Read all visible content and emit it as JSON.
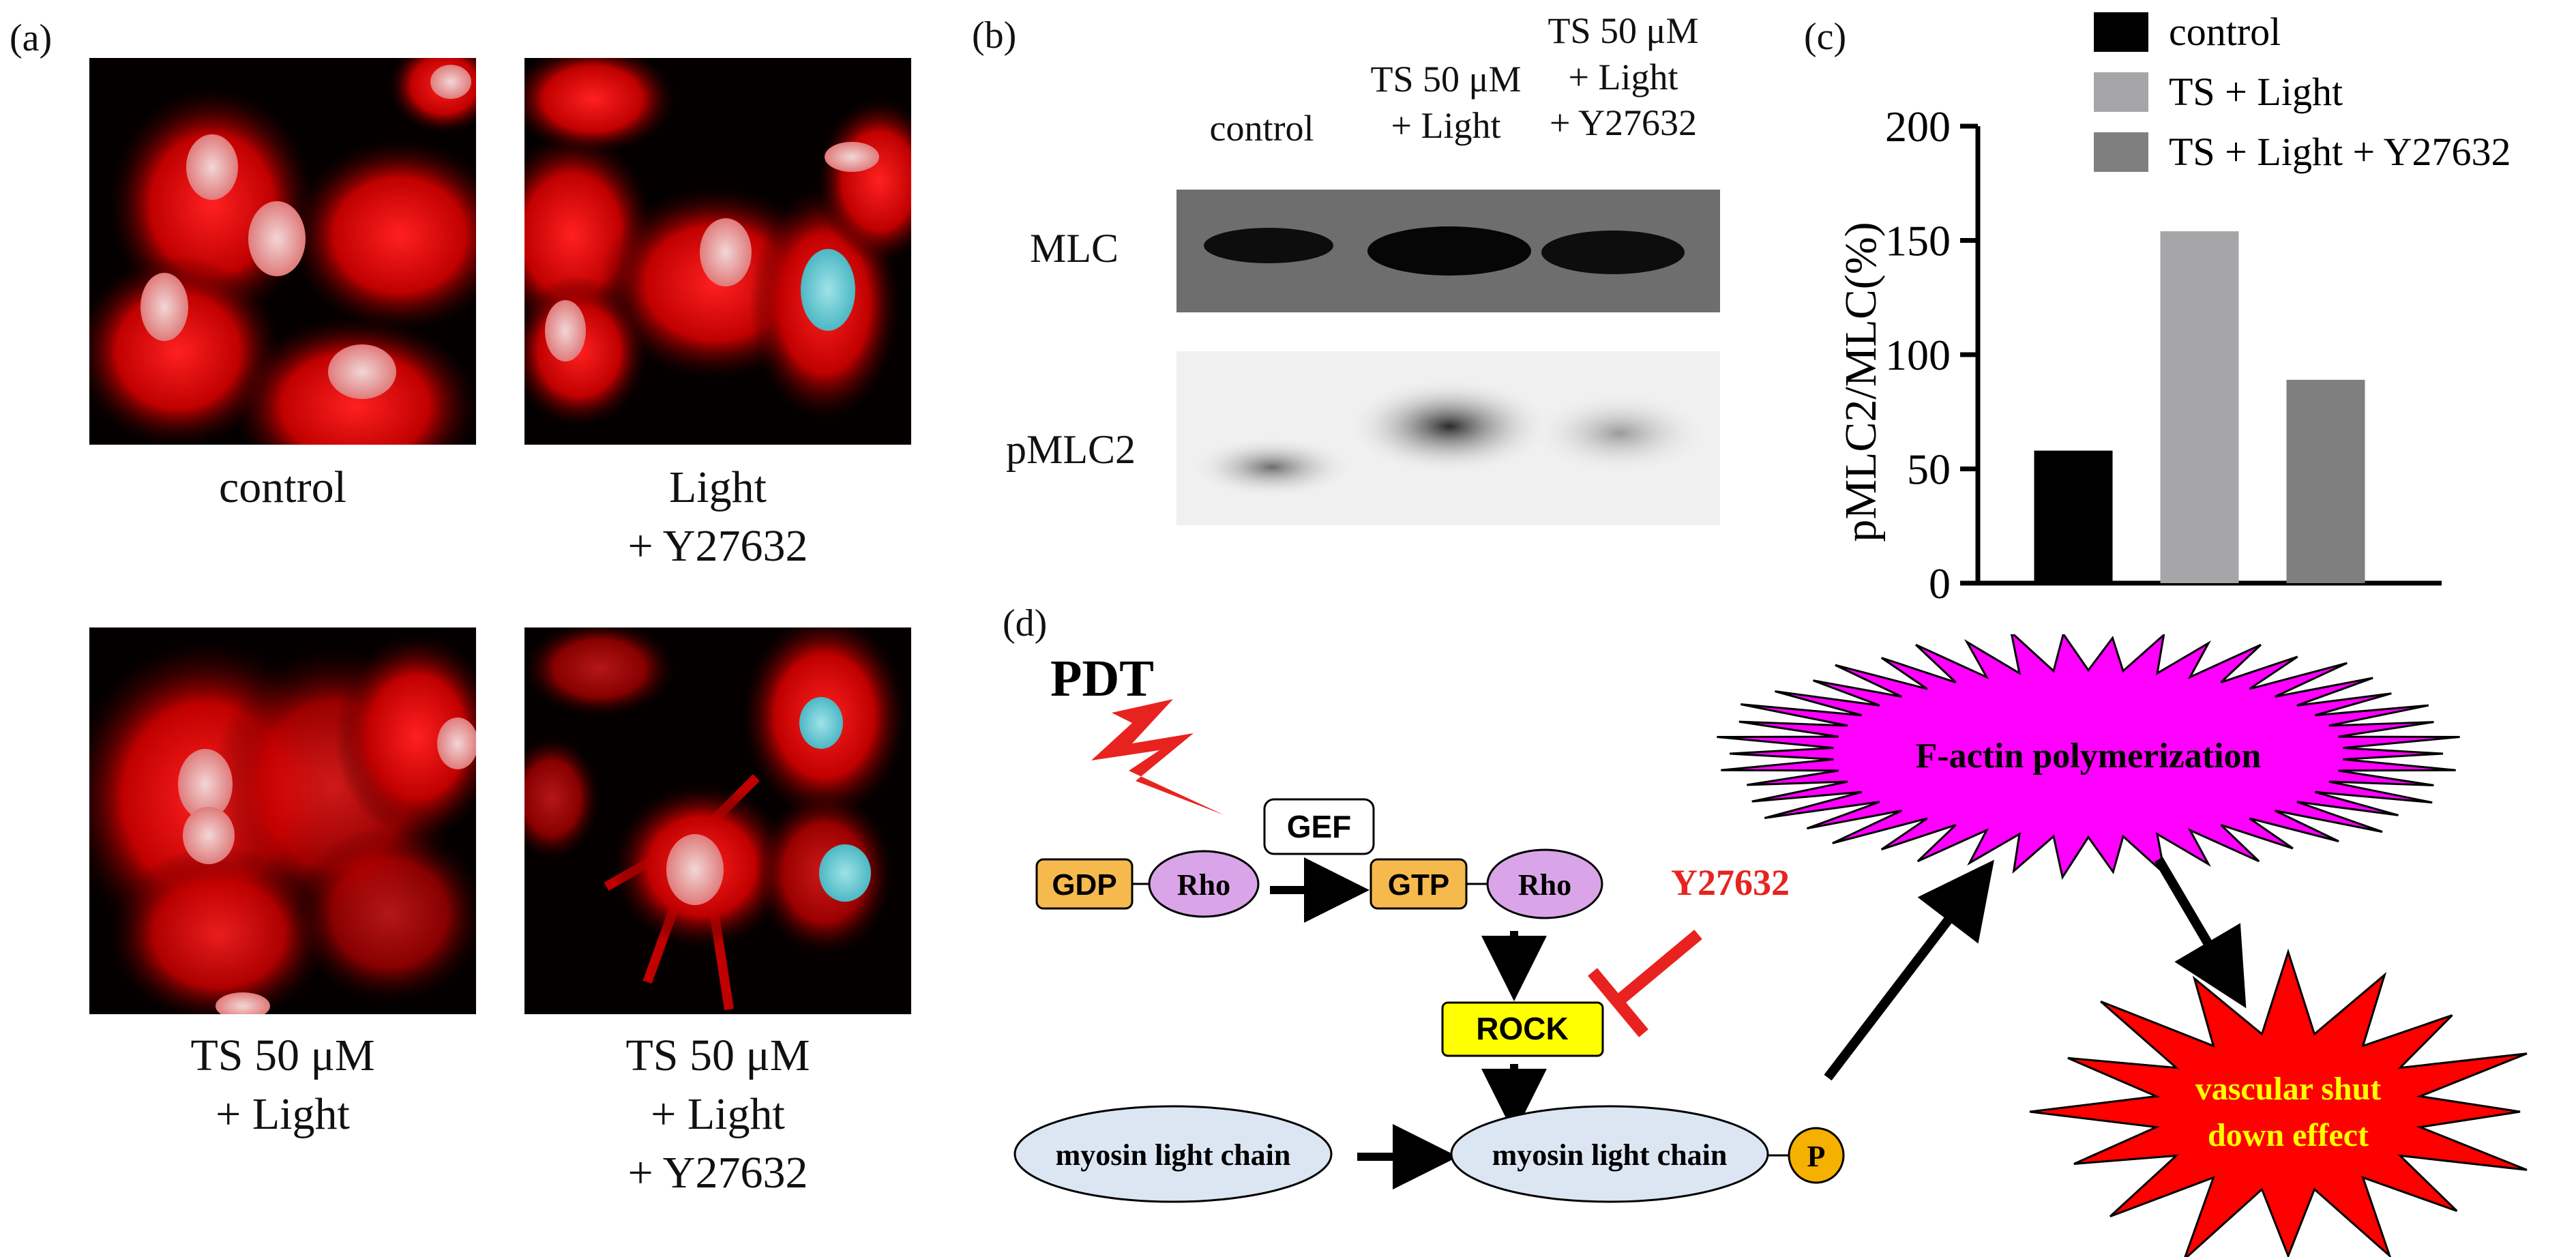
{
  "panel_a": {
    "label": "(a)",
    "images": [
      {
        "caption": "control"
      },
      {
        "caption": "Light\n+ Y27632"
      },
      {
        "caption": "TS 50 μM\n+ Light"
      },
      {
        "caption": "TS 50 μM\n+ Light\n+ Y27632"
      }
    ]
  },
  "panel_b": {
    "label": "(b)",
    "lanes": [
      "control",
      "TS 50 μM\n+ Light",
      "TS 50 μM\n+ Light\n+ Y27632"
    ],
    "rows": [
      "MLC",
      "pMLC2"
    ]
  },
  "panel_c": {
    "label": "(c)",
    "chart_data": {
      "type": "bar",
      "categories": [
        "control",
        "TS + Light",
        "TS + Light + Y27632"
      ],
      "values": [
        58,
        154,
        89
      ],
      "ylabel": "pMLC2/MLC(%)",
      "ylim": [
        0,
        200
      ],
      "yticks": [
        0,
        50,
        100,
        150,
        200
      ],
      "legend": [
        "control",
        "TS + Light",
        "TS + Light + Y27632"
      ],
      "colors": [
        "#000000",
        "#a6a6a8",
        "#7f7f7f"
      ],
      "legend_position": "top"
    }
  },
  "panel_d": {
    "label": "(d)",
    "pdt": "PDT",
    "gef": "GEF",
    "gdp": "GDP",
    "rho1": "Rho",
    "gtp": "GTP",
    "rho2": "Rho",
    "inhibitor": "Y27632",
    "rock": "ROCK",
    "mlc1": "myosin light chain",
    "mlc2": "myosin light chain",
    "phospho": "P",
    "factin": "F-actin polymerization",
    "vascular": "vascular shut\ndown effect",
    "colors": {
      "inhibitor": "#e8231f",
      "burst": "#ff00ff",
      "star": "#ff0000",
      "star_text": "#ffff00",
      "rock": "#ffff00",
      "gdp": "#f5b94e",
      "rho": "#d9a5e8",
      "mlc": "#dce6f2",
      "phospho": "#f5b000"
    }
  }
}
